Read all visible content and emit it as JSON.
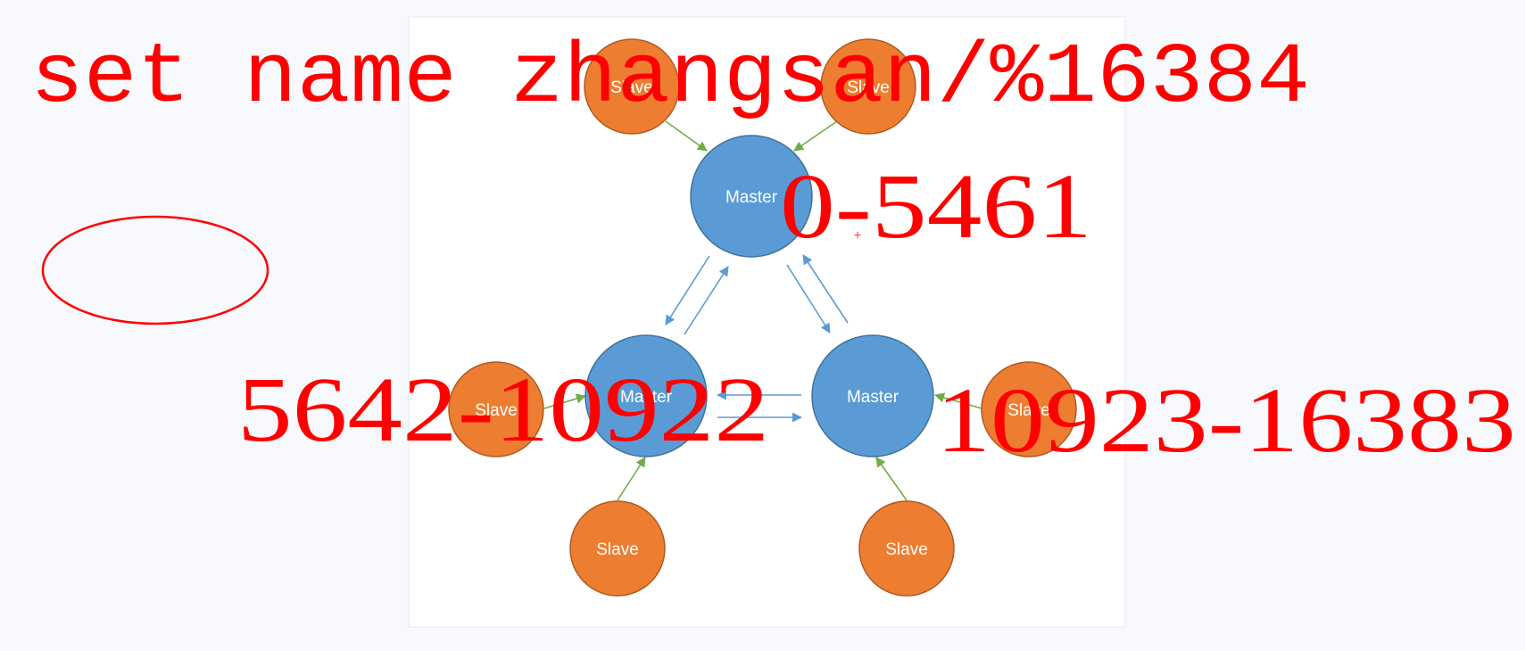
{
  "colors": {
    "background": "#f7f9fc",
    "slide": "#ffffff",
    "master_fill": "#5b9bd5",
    "master_stroke": "#41719c",
    "slave_fill": "#ed7d31",
    "slave_stroke": "#ae5a21",
    "master_arrow": "#5b9bd5",
    "slave_arrow": "#70ad47",
    "annotation": "#ff0000"
  },
  "nodes": {
    "master_top": "Master",
    "master_left": "Master",
    "master_right": "Master",
    "slave_top_left": "Slave",
    "slave_top_right": "Slave",
    "slave_left": "Slave",
    "slave_bottom_left": "Slave",
    "slave_bottom_right": "Slave",
    "slave_right": "Slave"
  },
  "annotations": {
    "command": "set name zhangsan/%16384",
    "slot_range_top": "0-5461",
    "slot_range_left": "5642-10922",
    "slot_range_right": "10923-16383",
    "cursor_mark": "+"
  }
}
